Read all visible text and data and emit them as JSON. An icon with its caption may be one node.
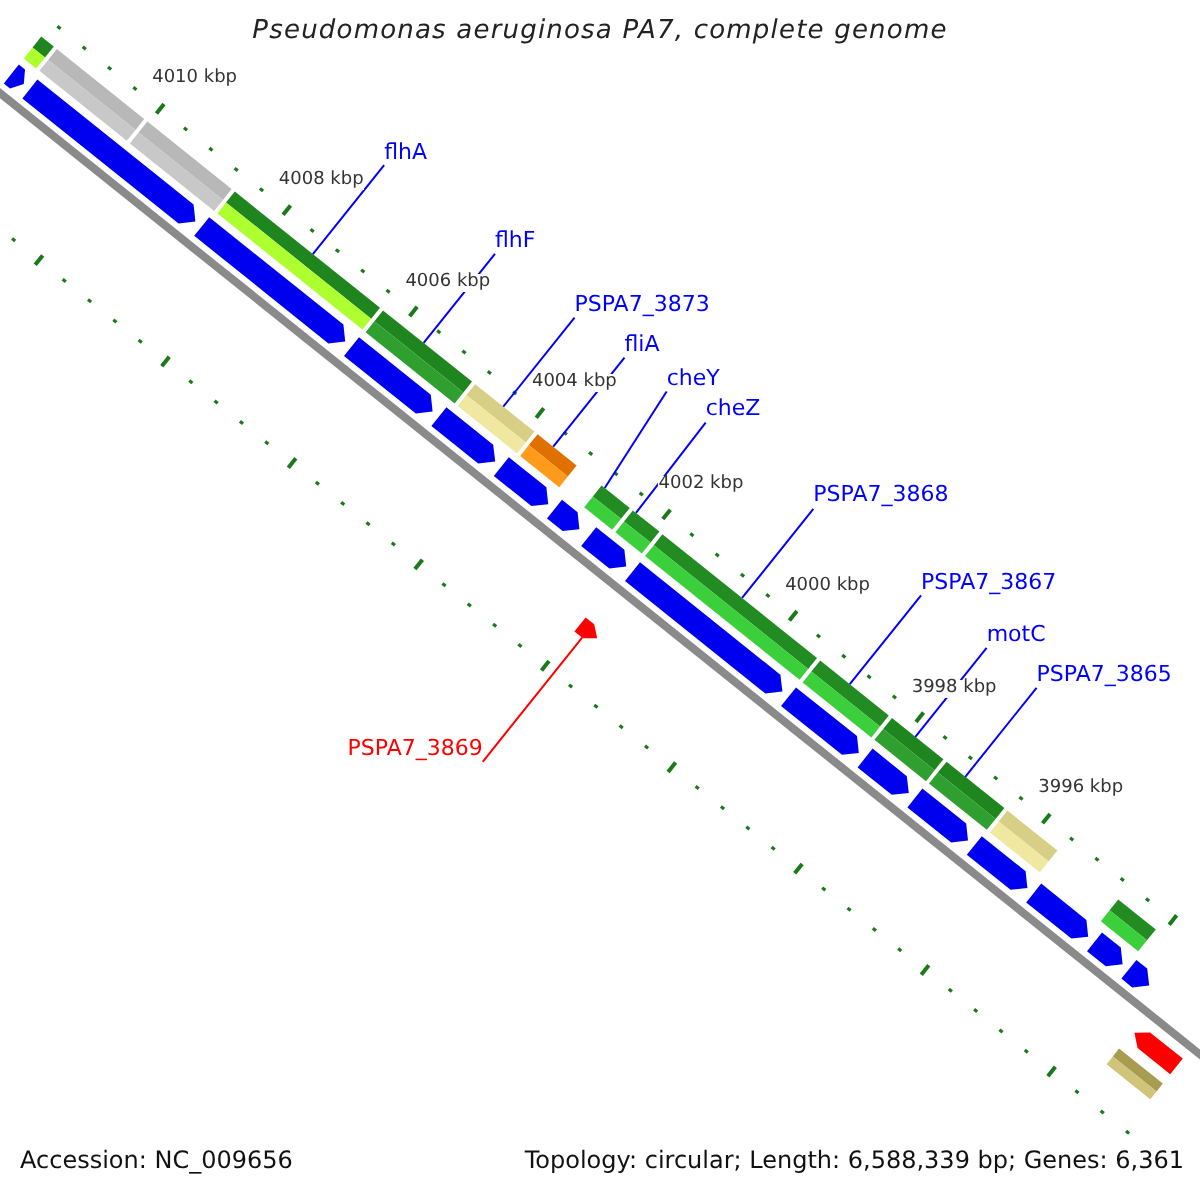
{
  "diagram": {
    "title": "Pseudomonas aeruginosa PA7, complete genome",
    "nodes": [
      {
        "text": [
          "flhA"
        ]
      },
      {
        "text": [
          "flhF"
        ]
      },
      {
        "text": [
          "PSPA7_3873"
        ]
      },
      {
        "text": [
          "fliA"
        ]
      },
      {
        "text": [
          "cheY"
        ]
      },
      {
        "text": [
          "cheZ"
        ]
      },
      {
        "text": [
          "PSPA7_3868"
        ]
      },
      {
        "text": [
          "PSPA7_3867"
        ]
      },
      {
        "text": [
          "motC"
        ]
      },
      {
        "text": [
          "PSPA7_3865"
        ]
      },
      {
        "text": [
          "PSPA7_3869"
        ]
      },
      {
        "text": [],
        "shape": "bar"
      },
      {
        "text": [],
        "shape": "bar"
      },
      {
        "text": [],
        "shape": "bar"
      },
      {
        "text": [],
        "shape": "bar"
      },
      {
        "text": [],
        "shape": "bar"
      },
      {
        "text": [],
        "shape": "bar"
      },
      {
        "text": [],
        "shape": "bar"
      },
      {
        "text": [],
        "shape": "bar"
      },
      {
        "text": [],
        "shape": "bar"
      },
      {
        "text": [],
        "shape": "bar"
      },
      {
        "text": [],
        "shape": "bar"
      },
      {
        "text": [],
        "shape": "bar"
      },
      {
        "text": [],
        "shape": "bar"
      },
      {
        "text": [],
        "shape": "bar"
      },
      {
        "text": [],
        "shape": "bar"
      },
      {
        "text": [],
        "shape": "bar"
      },
      {
        "text": [],
        "shape": "bar"
      },
      {
        "text": [],
        "shape": "bar"
      },
      {
        "text": [],
        "shape": "bar"
      },
      {
        "text": [],
        "shape": "bar"
      },
      {
        "text": [],
        "shape": "bar"
      },
      {
        "text": [],
        "shape": "bar"
      },
      {
        "text": [],
        "shape": "bar"
      },
      {
        "text": [],
        "shape": "bar"
      },
      {
        "text": [],
        "shape": "bar"
      },
      {
        "text": [],
        "shape": "bar"
      },
      {
        "text": [],
        "shape": "bar"
      },
      {
        "text": [],
        "shape": "bar"
      },
      {
        "text": [],
        "shape": "bar"
      },
      {
        "text": [],
        "shape": "bar"
      },
      {
        "text": [],
        "shape": "bar"
      },
      {
        "text": [],
        "shape": "bar"
      },
      {
        "text": [],
        "shape": "bar"
      },
      {
        "text": [],
        "shape": "bar"
      }
    ],
    "edges": [
      {
        "from": 0,
        "to": 11,
        "arrow": "none"
      },
      {
        "from": 1,
        "to": 12,
        "arrow": "none"
      },
      {
        "from": 2,
        "to": 13,
        "arrow": "none"
      },
      {
        "from": 3,
        "to": 14,
        "arrow": "none"
      },
      {
        "from": 4,
        "to": 15,
        "arrow": "none"
      },
      {
        "from": 5,
        "to": 16,
        "arrow": "none"
      },
      {
        "from": 6,
        "to": 17,
        "arrow": "none"
      },
      {
        "from": 7,
        "to": 18,
        "arrow": "none"
      },
      {
        "from": 8,
        "to": 19,
        "arrow": "none"
      },
      {
        "from": 9,
        "to": 20,
        "arrow": "none"
      },
      {
        "from": 10,
        "to": 21,
        "arrow": "none",
        "color": "#ff0000"
      }
    ],
    "labels": [
      "4010 kbp",
      "4008 kbp",
      "4006 kbp",
      "4004 kbp",
      "4002 kbp",
      "4000 kbp",
      "3998 kbp",
      "3996 kbp",
      "Accession: NC_009656",
      "Topology: circular; Length: 6,588,339 bp; Genes: 6,361"
    ]
  }
}
